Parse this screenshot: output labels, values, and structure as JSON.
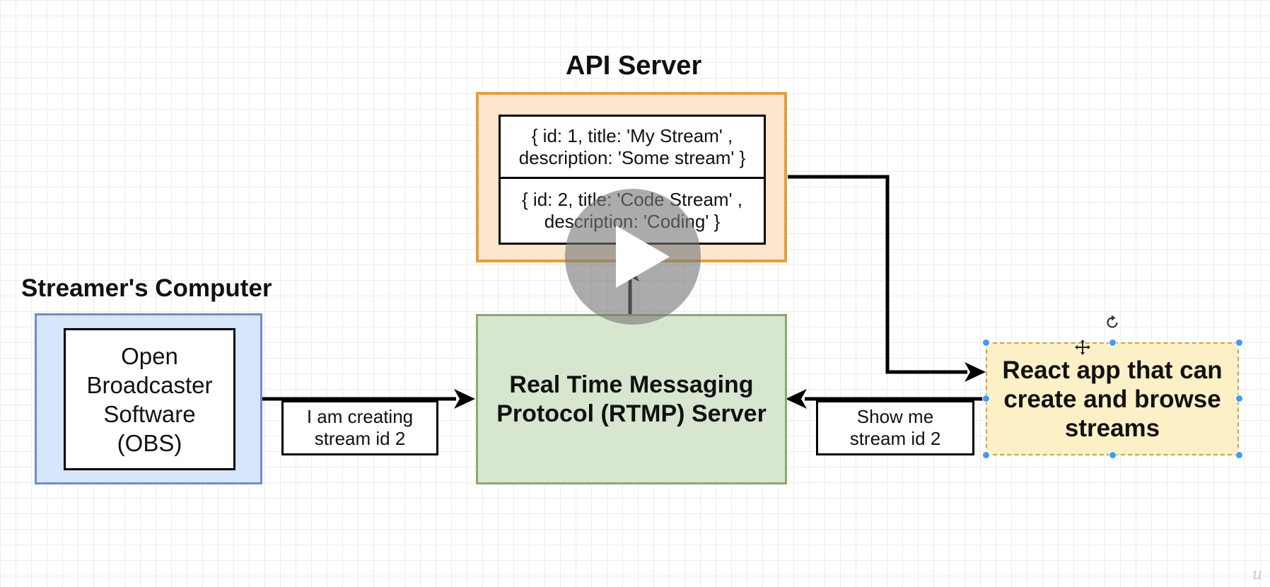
{
  "titles": {
    "api_server": "API Server",
    "streamers_computer": "Streamer's Computer"
  },
  "api_server": {
    "records": [
      {
        "line1": "{ id: 1, title: 'My Stream' ,",
        "line2": "description: 'Some stream' }"
      },
      {
        "line1": "{ id: 2, title: 'Code Stream' ,",
        "line2": "description: 'Coding' }"
      }
    ]
  },
  "obs": {
    "lines": [
      "Open",
      "Broadcaster",
      "Software",
      "(OBS)"
    ]
  },
  "rtmp": {
    "lines": [
      "Real Time Messaging",
      "Protocol (RTMP) Server"
    ]
  },
  "react_app": {
    "lines": [
      "React app that can",
      "create and browse",
      "streams"
    ]
  },
  "labels": {
    "creating": [
      "I am creating",
      "stream id 2"
    ],
    "show": [
      "Show me",
      "stream id 2"
    ]
  },
  "player": {
    "icon": "play-icon"
  },
  "watermark": "u",
  "colors": {
    "api_fill": "#fde6ce",
    "api_border": "#dfa13a",
    "computer_fill": "#d6e6fb",
    "computer_border": "#6e8fbf",
    "rtmp_fill": "#d7e6cf",
    "rtmp_border": "#86ab72",
    "react_fill": "#fcf0c6",
    "react_border": "#c2a64f",
    "selection_handle": "#3f9cf2"
  }
}
